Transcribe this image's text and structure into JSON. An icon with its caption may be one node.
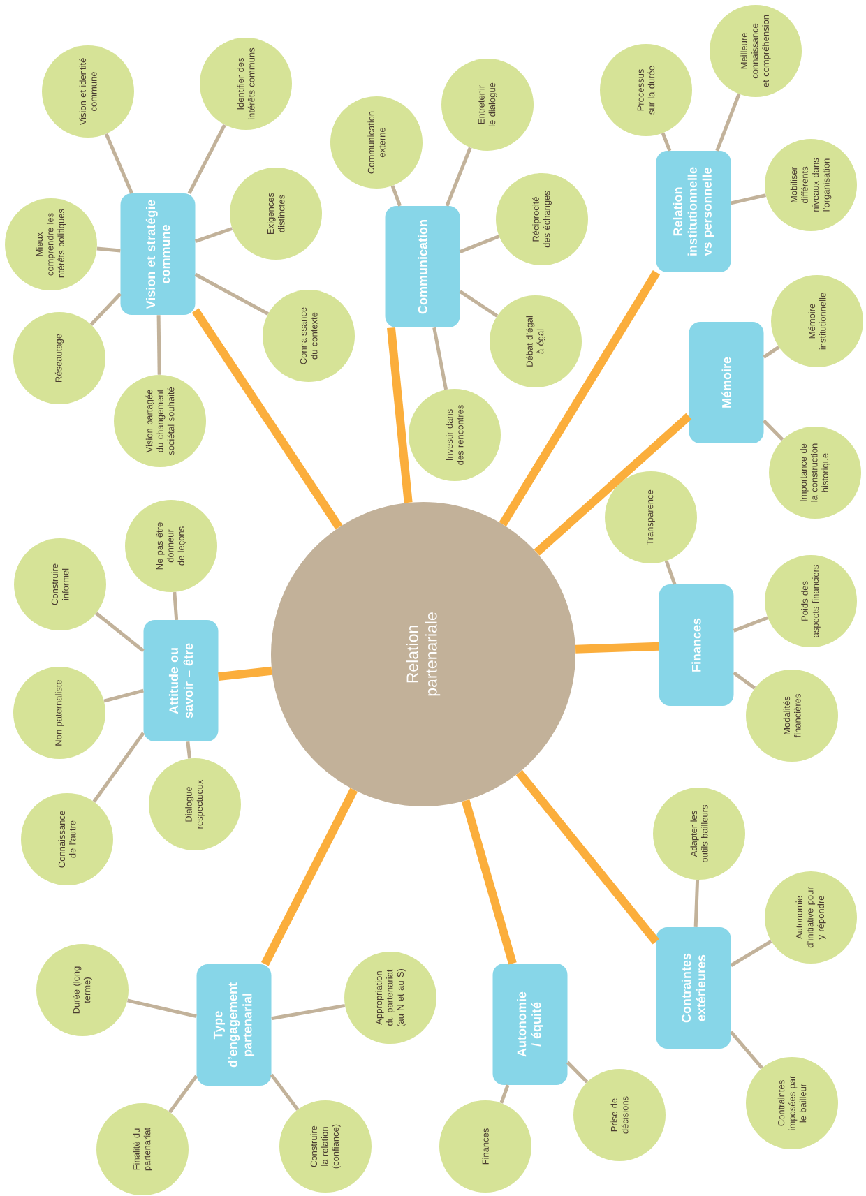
{
  "diagram": {
    "nodes": [
      {
        "text": [
          "Relation partenariale"
        ]
      },
      {
        "text": [
          "Vision et stratégie commune"
        ]
      },
      {
        "text": [
          "Vision et identité commune"
        ]
      },
      {
        "text": [
          "Identifier des intérêts communs"
        ]
      },
      {
        "text": [
          "Exigences distinctes"
        ]
      },
      {
        "text": [
          "Connaissance du contexte"
        ]
      },
      {
        "text": [
          "Vision partagée du changement sociétal souhaité"
        ]
      },
      {
        "text": [
          "Réseautage"
        ]
      },
      {
        "text": [
          "Mieux comprendre les intérêts politiques"
        ]
      },
      {
        "text": [
          "Communication"
        ]
      },
      {
        "text": [
          "Communication externe"
        ]
      },
      {
        "text": [
          "Entretenir le dialogue"
        ]
      },
      {
        "text": [
          "Réciprocité des échanges"
        ]
      },
      {
        "text": [
          "Débat d’égal à égal"
        ]
      },
      {
        "text": [
          "Investir dans des rencontres"
        ]
      },
      {
        "text": [
          "Relation institutionnelle vs personnelle"
        ]
      },
      {
        "text": [
          "Processus sur la durée"
        ]
      },
      {
        "text": [
          "Meilleure connaissance et compréhension"
        ]
      },
      {
        "text": [
          "Mobiliser différents niveaux dans l’organisation"
        ]
      },
      {
        "text": [
          "Mémoire"
        ]
      },
      {
        "text": [
          "Mémoire institutionnelle"
        ]
      },
      {
        "text": [
          "Importance de la construction historique"
        ]
      },
      {
        "text": [
          "Finances"
        ]
      },
      {
        "text": [
          "Transparence"
        ]
      },
      {
        "text": [
          "Poids des aspects financiers"
        ]
      },
      {
        "text": [
          "Modalités financières"
        ]
      },
      {
        "text": [
          "Contraintes extérieures"
        ]
      },
      {
        "text": [
          "Adapter les outils bailleurs"
        ]
      },
      {
        "text": [
          "Autonomie d’initiative pour y répondre"
        ]
      },
      {
        "text": [
          "Contraintes imposées par le bailleur"
        ]
      },
      {
        "text": [
          "Autonomie / équité"
        ]
      },
      {
        "text": [
          "Prise de décisions"
        ]
      },
      {
        "text": [
          "Finances"
        ]
      },
      {
        "text": [
          "Type d’engagement partenarial"
        ]
      },
      {
        "text": [
          "Appropriation du partenariat (au N et au S)"
        ]
      },
      {
        "text": [
          "Construire la relation (confiance)"
        ]
      },
      {
        "text": [
          "Finalité du partenariat"
        ]
      },
      {
        "text": [
          "Durée (long terme)"
        ]
      },
      {
        "text": [
          "Attitude ou savoir – être"
        ]
      },
      {
        "text": [
          "Dialogue respectueux"
        ]
      },
      {
        "text": [
          "Connaissance de l’autre"
        ]
      },
      {
        "text": [
          "Non paternaliste"
        ]
      },
      {
        "text": [
          "Construire informel"
        ]
      },
      {
        "text": [
          "Ne pas être donneur de leçons"
        ]
      }
    ],
    "edges": [
      {
        "from": 0,
        "to": 1,
        "arrow": "none",
        "style": "thick",
        "color": "#fbae3c"
      },
      {
        "from": 1,
        "to": 2,
        "arrow": "none"
      },
      {
        "from": 1,
        "to": 3,
        "arrow": "none"
      },
      {
        "from": 1,
        "to": 4,
        "arrow": "none"
      },
      {
        "from": 1,
        "to": 5,
        "arrow": "none"
      },
      {
        "from": 1,
        "to": 6,
        "arrow": "none"
      },
      {
        "from": 1,
        "to": 7,
        "arrow": "none"
      },
      {
        "from": 1,
        "to": 8,
        "arrow": "none"
      },
      {
        "from": 0,
        "to": 9,
        "arrow": "none",
        "style": "thick",
        "color": "#fbae3c"
      },
      {
        "from": 9,
        "to": 10,
        "arrow": "none"
      },
      {
        "from": 9,
        "to": 11,
        "arrow": "none"
      },
      {
        "from": 9,
        "to": 12,
        "arrow": "none"
      },
      {
        "from": 9,
        "to": 13,
        "arrow": "none"
      },
      {
        "from": 9,
        "to": 14,
        "arrow": "none"
      },
      {
        "from": 0,
        "to": 15,
        "arrow": "none",
        "style": "thick",
        "color": "#fbae3c"
      },
      {
        "from": 15,
        "to": 16,
        "arrow": "none"
      },
      {
        "from": 15,
        "to": 17,
        "arrow": "none"
      },
      {
        "from": 15,
        "to": 18,
        "arrow": "none"
      },
      {
        "from": 0,
        "to": 19,
        "arrow": "none",
        "style": "thick",
        "color": "#fbae3c"
      },
      {
        "from": 19,
        "to": 20,
        "arrow": "none"
      },
      {
        "from": 19,
        "to": 21,
        "arrow": "none"
      },
      {
        "from": 0,
        "to": 22,
        "arrow": "none",
        "style": "thick",
        "color": "#fbae3c"
      },
      {
        "from": 22,
        "to": 23,
        "arrow": "none"
      },
      {
        "from": 22,
        "to": 24,
        "arrow": "none"
      },
      {
        "from": 22,
        "to": 25,
        "arrow": "none"
      },
      {
        "from": 0,
        "to": 26,
        "arrow": "none",
        "style": "thick",
        "color": "#fbae3c"
      },
      {
        "from": 26,
        "to": 27,
        "arrow": "none"
      },
      {
        "from": 26,
        "to": 28,
        "arrow": "none"
      },
      {
        "from": 26,
        "to": 29,
        "arrow": "none"
      },
      {
        "from": 0,
        "to": 30,
        "arrow": "none",
        "style": "thick",
        "color": "#fbae3c"
      },
      {
        "from": 30,
        "to": 31,
        "arrow": "none"
      },
      {
        "from": 30,
        "to": 32,
        "arrow": "none"
      },
      {
        "from": 0,
        "to": 33,
        "arrow": "none",
        "style": "thick",
        "color": "#fbae3c"
      },
      {
        "from": 33,
        "to": 34,
        "arrow": "none"
      },
      {
        "from": 33,
        "to": 35,
        "arrow": "none"
      },
      {
        "from": 33,
        "to": 36,
        "arrow": "none"
      },
      {
        "from": 33,
        "to": 37,
        "arrow": "none"
      },
      {
        "from": 0,
        "to": 38,
        "arrow": "none",
        "style": "thick",
        "color": "#fbae3c"
      },
      {
        "from": 38,
        "to": 39,
        "arrow": "none"
      },
      {
        "from": 38,
        "to": 40,
        "arrow": "none"
      },
      {
        "from": 38,
        "to": 41,
        "arrow": "none"
      },
      {
        "from": 38,
        "to": 42,
        "arrow": "none"
      },
      {
        "from": 38,
        "to": 43,
        "arrow": "none"
      }
    ]
  }
}
